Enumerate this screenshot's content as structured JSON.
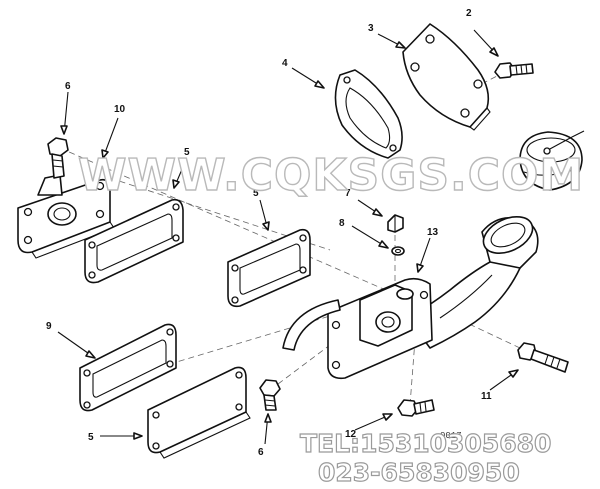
{
  "callouts": [
    {
      "id": "c2",
      "text": "2"
    },
    {
      "id": "c3",
      "text": "3"
    },
    {
      "id": "c4",
      "text": "4"
    },
    {
      "id": "c6a",
      "text": "6"
    },
    {
      "id": "c10",
      "text": "10"
    },
    {
      "id": "c5a",
      "text": "5"
    },
    {
      "id": "c5b",
      "text": "5"
    },
    {
      "id": "c7",
      "text": "7"
    },
    {
      "id": "c8",
      "text": "8"
    },
    {
      "id": "c13",
      "text": "13"
    },
    {
      "id": "c9",
      "text": "9"
    },
    {
      "id": "c5c",
      "text": "5"
    },
    {
      "id": "c6b",
      "text": "6"
    },
    {
      "id": "c12",
      "text": "12"
    },
    {
      "id": "c11",
      "text": "11"
    }
  ],
  "watermark": {
    "site": "WWW.CQKSGS.COM",
    "phone": "TEL:15310305680",
    "phone2": "023-65830950",
    "stamp": "0017"
  }
}
